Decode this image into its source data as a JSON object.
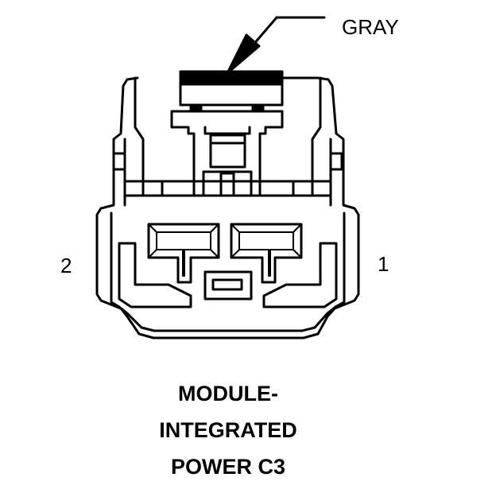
{
  "connector": {
    "color_label": "GRAY",
    "pins": [
      {
        "number": "2"
      },
      {
        "number": "1"
      }
    ],
    "title_lines": [
      "MODULE-",
      "INTEGRATED",
      "POWER C3"
    ]
  },
  "colors": {
    "stroke": "#000000",
    "background": "#ffffff"
  }
}
